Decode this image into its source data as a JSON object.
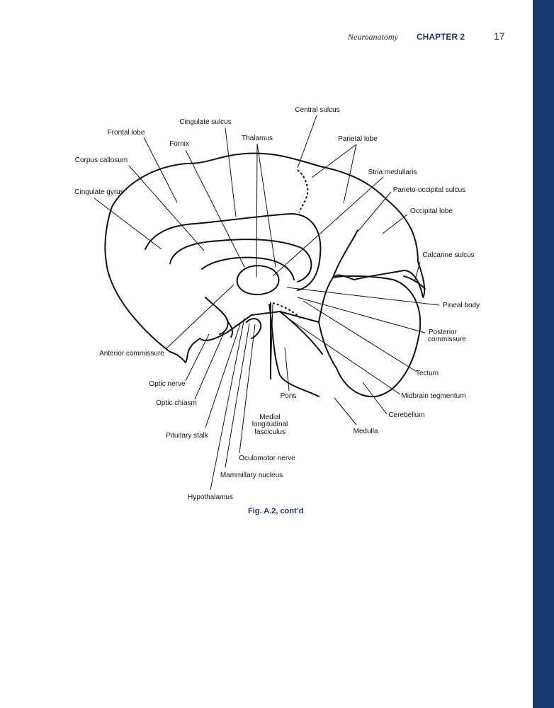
{
  "header": {
    "section": "Neuroanatomy",
    "chapter": "CHAPTER 2",
    "page_number": "17"
  },
  "colors": {
    "accent": "#16396f",
    "ink": "#111111"
  },
  "figure": {
    "caption": "Fig. A.2, cont’d",
    "labels": {
      "central_sulcus": "Central sulcus",
      "cingulate_sulcus": "Cingulate sulcus",
      "frontal_lobe": "Frontal lobe",
      "fornix": "Fornix",
      "thalamus": "Thalamus",
      "parietal_lobe": "Parietal lobe",
      "corpus_callosum": "Corpus callosum",
      "stria_medullaris": "Stria medullaris",
      "cingulate_gyrus": "Cingulate gyrus",
      "parieto_occipital_sulcus": "Parieto-occipital sulcus",
      "occipital_lobe": "Occipital lobe",
      "calcarine_sulcus": "Calcarine sulcus",
      "pineal_body": "Pineal body",
      "posterior_commissure_1": "Posterior",
      "posterior_commissure_2": "commissure",
      "anterior_commissure": "Anterior commissure",
      "tectum": "Tectum",
      "optic_nerve": "Optic nerve",
      "midbrain_tegmentum": "Midbrain tegmentum",
      "pons": "Pons",
      "optic_chiasm": "Optic chiasm",
      "cerebellum": "Cerebellum",
      "mlf_1": "Medial",
      "mlf_2": "longitudinal",
      "mlf_3": "fasciculus",
      "pituitary_stalk": "Pituitary stalk",
      "medulla": "Medulla",
      "oculomotor_nerve": "Oculomotor nerve",
      "mammillary_nucleus": "Mammillary nucleus",
      "hypothalamus": "Hypothalamus"
    }
  }
}
